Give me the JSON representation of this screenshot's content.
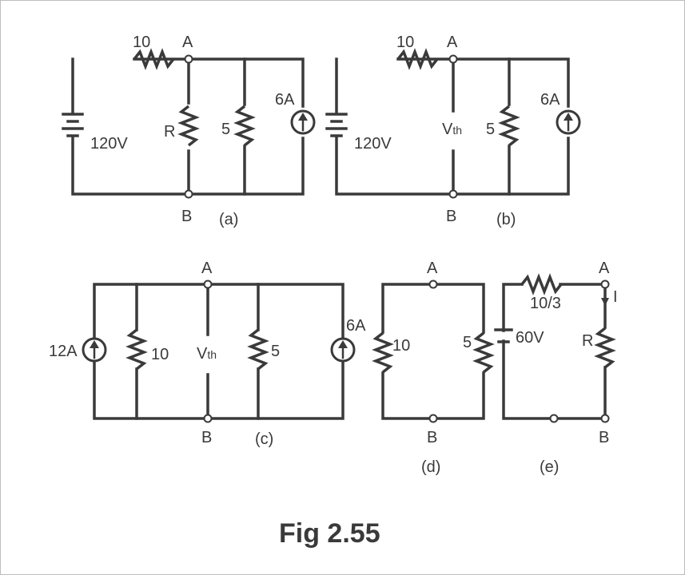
{
  "figure": {
    "caption": "Fig 2.55",
    "a": {
      "resistor_top": "10",
      "node_top": "A",
      "node_bottom": "B",
      "battery": "120V",
      "resistor_load": "R",
      "resistor_shunt": "5",
      "current_source": "6A",
      "tag": "(a)"
    },
    "b": {
      "resistor_top": "10",
      "node_top": "A",
      "node_bottom": "B",
      "battery": "120V",
      "vth_main": "V",
      "vth_sub": "th",
      "resistor_shunt": "5",
      "current_source": "6A",
      "tag": "(b)"
    },
    "c": {
      "current_source_left": "12A",
      "resistor_left": "10",
      "node_top": "A",
      "node_bottom": "B",
      "vth_main": "V",
      "vth_sub": "th",
      "resistor_right": "5",
      "current_source_right": "6A",
      "tag": "(c)"
    },
    "d": {
      "node_top": "A",
      "node_bottom": "B",
      "resistor_left": "10",
      "resistor_right": "5",
      "tag": "(d)"
    },
    "e": {
      "resistor_series": "10/3",
      "node_top": "A",
      "node_bottom": "B",
      "current": "I",
      "battery": "60V",
      "resistor_load": "R",
      "tag": "(e)"
    }
  }
}
